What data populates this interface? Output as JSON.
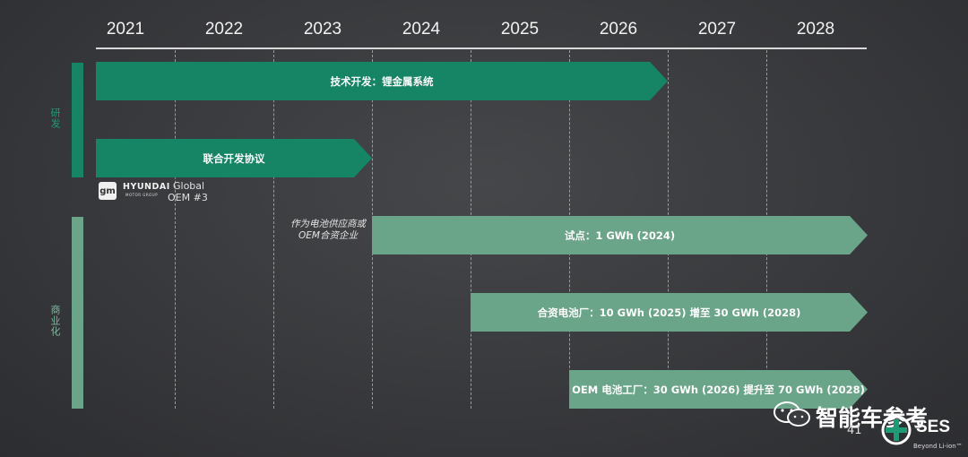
{
  "timeline": {
    "years": [
      "2021",
      "2022",
      "2023",
      "2024",
      "2025",
      "2026",
      "2027",
      "2028"
    ]
  },
  "sections": {
    "rd_label": "研发",
    "commercial_label": "商业化"
  },
  "bars": {
    "lithium_metal": "技术开发：锂金属系统",
    "joint_dev": "联合开发协议",
    "pilot": "试点：1 GWh (2024)",
    "jv_plant": "合资电池厂：10 GWh (2025) 增至 30 GWh (2028)",
    "oem_plant": "OEM 电池工厂：30 GWh (2026) 提升至 70 GWh (2028)"
  },
  "notes": {
    "supplier_line1": "作为电池供应商或",
    "supplier_line2": "OEM合资企业",
    "oem_line1": "Global",
    "oem_line2": "OEM #3"
  },
  "logos": {
    "gm": "gm",
    "hyundai": "HYUNDAI",
    "hyundai_sub": "MOTOR GROUP",
    "ses": "SES",
    "ses_tagline": "Beyond Li-ion™"
  },
  "footer": {
    "page_number": "41",
    "watermark": "智能车参考"
  },
  "colors": {
    "dark_green": "#158566",
    "light_green": "#6aa58a",
    "background": "#3a3b3e"
  }
}
